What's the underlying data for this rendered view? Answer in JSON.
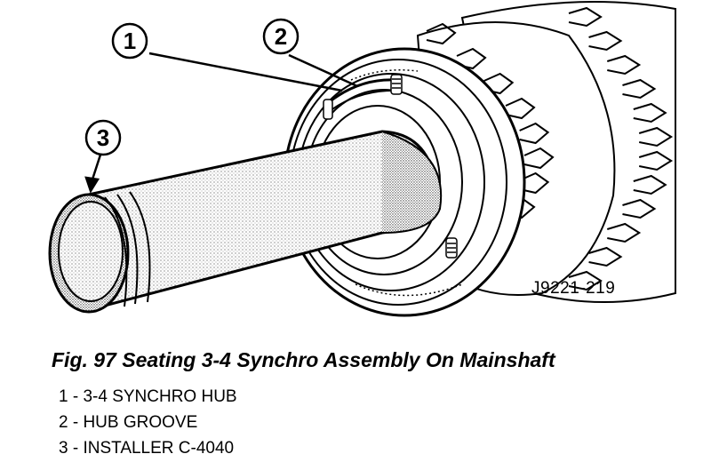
{
  "figure": {
    "callouts": [
      {
        "number": "1"
      },
      {
        "number": "2"
      },
      {
        "number": "3"
      }
    ],
    "code": "J9221-219"
  },
  "caption": "Fig. 97 Seating 3-4 Synchro Assembly On Mainshaft",
  "legend": [
    "1 - 3-4 SYNCHRO HUB",
    "2 - HUB GROOVE",
    "3 - INSTALLER C-4040"
  ]
}
